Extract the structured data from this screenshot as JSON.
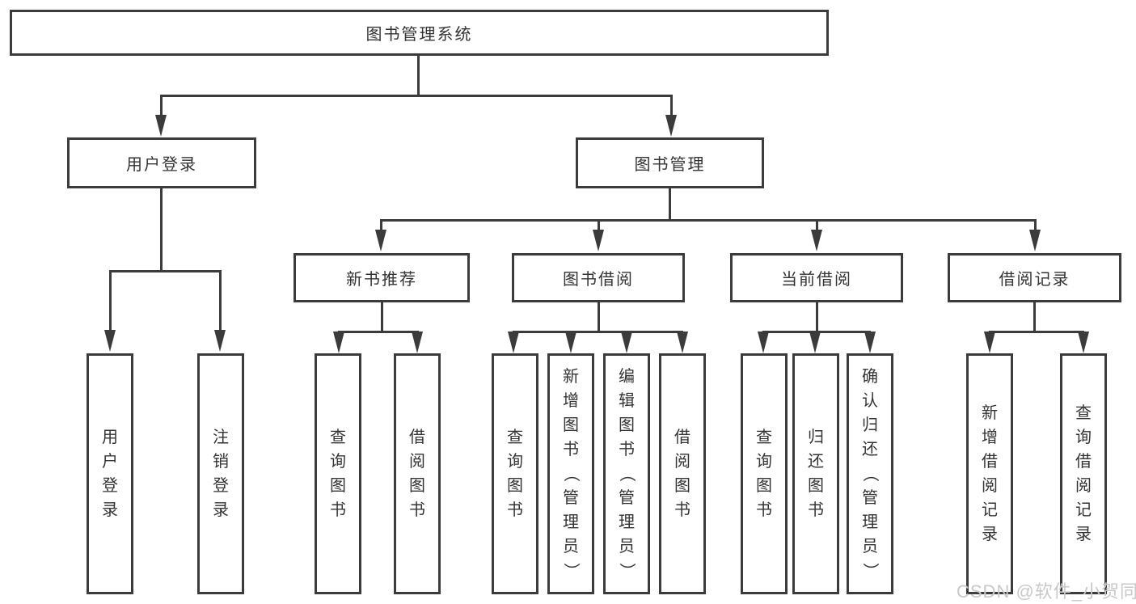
{
  "colors": {
    "line": "#3b3b3b",
    "box_border": "#3b3b3b",
    "text": "#333333",
    "background": "#ffffff",
    "watermark": "#c9c9c9"
  },
  "root": {
    "label": "图书管理系统"
  },
  "branches": [
    {
      "label": "用户登录",
      "children": [
        {
          "label": "用户登录"
        },
        {
          "label": "注销登录"
        }
      ]
    },
    {
      "label": "图书管理",
      "children": [
        {
          "label": "新书推荐",
          "children": [
            {
              "label": "查询图书"
            },
            {
              "label": "借阅图书"
            }
          ]
        },
        {
          "label": "图书借阅",
          "children": [
            {
              "label": "查询图书"
            },
            {
              "label": "新增图书（管理员）"
            },
            {
              "label": "编辑图书（管理员）"
            },
            {
              "label": "借阅图书"
            }
          ]
        },
        {
          "label": "当前借阅",
          "children": [
            {
              "label": "查询图书"
            },
            {
              "label": "归还图书"
            },
            {
              "label": "确认归还（管理员）"
            }
          ]
        },
        {
          "label": "借阅记录",
          "children": [
            {
              "label": "新增借阅记录"
            },
            {
              "label": "查询借阅记录"
            }
          ]
        }
      ]
    }
  ],
  "watermark": "CSDN @软件_小贺同学"
}
